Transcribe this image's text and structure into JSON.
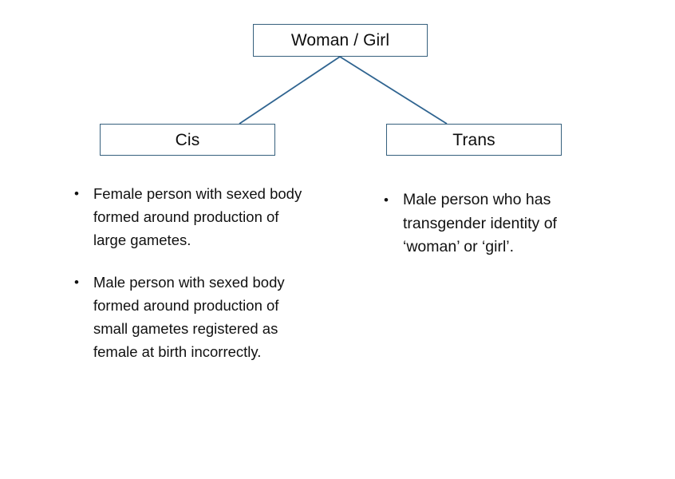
{
  "diagram": {
    "type": "tree",
    "background_color": "#ffffff",
    "box_border_color": "#36607d",
    "connector_color": "#2f6490",
    "text_color": "#111111",
    "root": {
      "label": "Woman / Girl"
    },
    "branches": [
      {
        "label": "Cis",
        "bullet_marker": "•",
        "bullets": [
          "Female person with sexed body formed around production of large gametes.",
          "Male person with sexed body formed around production of small gametes registered as female at birth incorrectly."
        ]
      },
      {
        "label": "Trans",
        "bullet_marker": "•",
        "bullets": [
          "Male person who has transgender identity of ‘woman’ or ‘girl’."
        ]
      }
    ]
  }
}
